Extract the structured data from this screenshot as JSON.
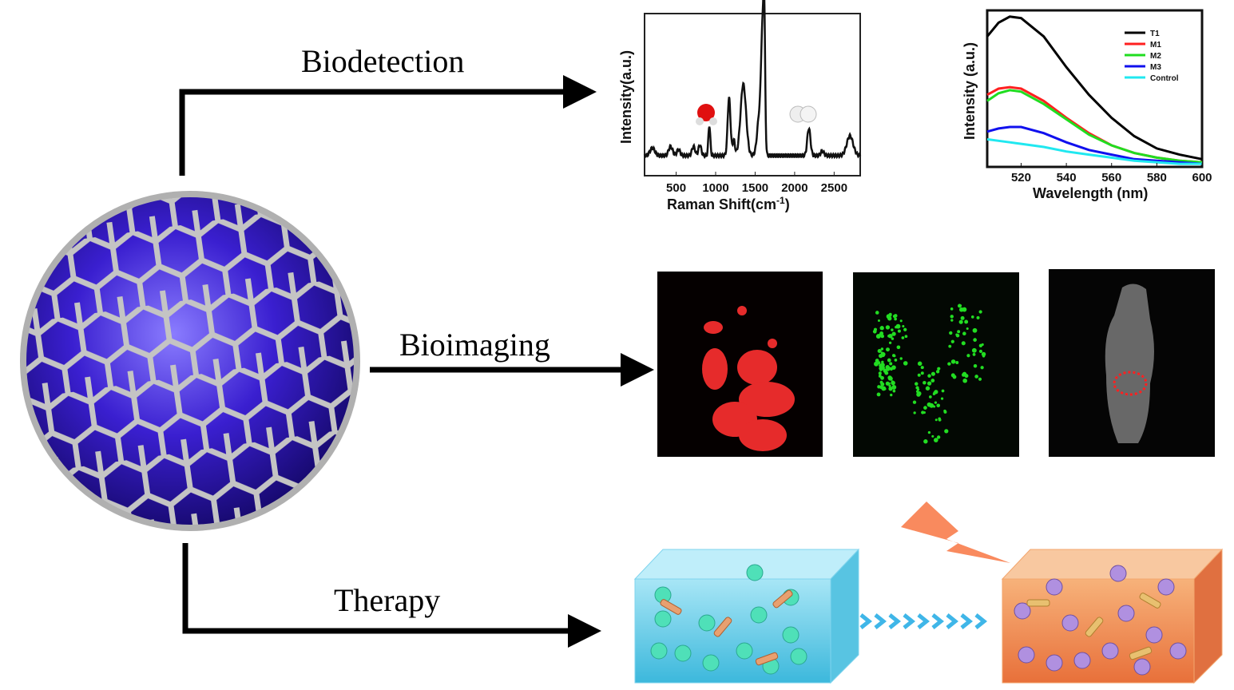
{
  "labels": {
    "biodetection": "Biodetection",
    "bioimaging": "Bioimaging",
    "therapy": "Therapy"
  },
  "colors": {
    "sphere": "#3a1fd0",
    "cage": "#b8b8b8",
    "red_cells": "#ff3030",
    "green_cells": "#22dd22",
    "water": "#6fd0ea",
    "heated": "#f08a4a",
    "chevron": "#3fb6e8"
  },
  "chart_data": [
    {
      "type": "line",
      "title": "",
      "xlabel": "Raman Shift(cm",
      "xlabel_sup": "-1",
      "xlabel_close": ")",
      "ylabel": "Intensity(a.u.)",
      "xlim": [
        100,
        2830
      ],
      "ylim": [
        0,
        1
      ],
      "xticks": [
        "500",
        "1000",
        "1500",
        "2000",
        "2500"
      ],
      "baseline": 0.08,
      "peaks": [
        {
          "x": 200,
          "h": 0.05,
          "w": 30
        },
        {
          "x": 430,
          "h": 0.06,
          "w": 25
        },
        {
          "x": 530,
          "h": 0.04,
          "w": 20
        },
        {
          "x": 720,
          "h": 0.06,
          "w": 20
        },
        {
          "x": 800,
          "h": 0.07,
          "w": 18
        },
        {
          "x": 920,
          "h": 0.2,
          "w": 12
        },
        {
          "x": 1170,
          "h": 0.38,
          "w": 18
        },
        {
          "x": 1230,
          "h": 0.1,
          "w": 15
        },
        {
          "x": 1350,
          "h": 0.47,
          "w": 35
        },
        {
          "x": 1560,
          "h": 0.3,
          "w": 30
        },
        {
          "x": 1590,
          "h": 0.6,
          "w": 15
        },
        {
          "x": 1615,
          "h": 0.88,
          "w": 12
        },
        {
          "x": 2180,
          "h": 0.18,
          "w": 20
        },
        {
          "x": 2350,
          "h": 0.03,
          "w": 20
        },
        {
          "x": 2700,
          "h": 0.13,
          "w": 40
        }
      ]
    },
    {
      "type": "line",
      "title": "",
      "xlabel": "Wavelength (nm)",
      "ylabel": "Intensity (a.u.)",
      "xlim": [
        505,
        600
      ],
      "ylim": [
        0,
        1
      ],
      "xticks": [
        "520",
        "540",
        "560",
        "580",
        "600"
      ],
      "legend": "top-right",
      "x": [
        505,
        510,
        515,
        520,
        530,
        540,
        550,
        560,
        570,
        580,
        590,
        600
      ],
      "series": [
        {
          "name": "T1",
          "color": "#000000",
          "values": [
            0.84,
            0.93,
            0.97,
            0.96,
            0.84,
            0.64,
            0.46,
            0.31,
            0.19,
            0.11,
            0.07,
            0.04
          ]
        },
        {
          "name": "M1",
          "color": "#ff2020",
          "values": [
            0.46,
            0.5,
            0.51,
            0.5,
            0.42,
            0.31,
            0.21,
            0.13,
            0.08,
            0.05,
            0.03,
            0.02
          ]
        },
        {
          "name": "M2",
          "color": "#20dd20",
          "values": [
            0.42,
            0.47,
            0.49,
            0.48,
            0.4,
            0.3,
            0.2,
            0.13,
            0.08,
            0.05,
            0.03,
            0.02
          ]
        },
        {
          "name": "M3",
          "color": "#1010ee",
          "values": [
            0.22,
            0.24,
            0.25,
            0.25,
            0.21,
            0.15,
            0.1,
            0.07,
            0.04,
            0.03,
            0.02,
            0.01
          ]
        },
        {
          "name": "Control",
          "color": "#20e8f0",
          "values": [
            0.17,
            0.16,
            0.15,
            0.14,
            0.12,
            0.09,
            0.07,
            0.05,
            0.03,
            0.02,
            0.01,
            0.01
          ]
        }
      ]
    }
  ]
}
